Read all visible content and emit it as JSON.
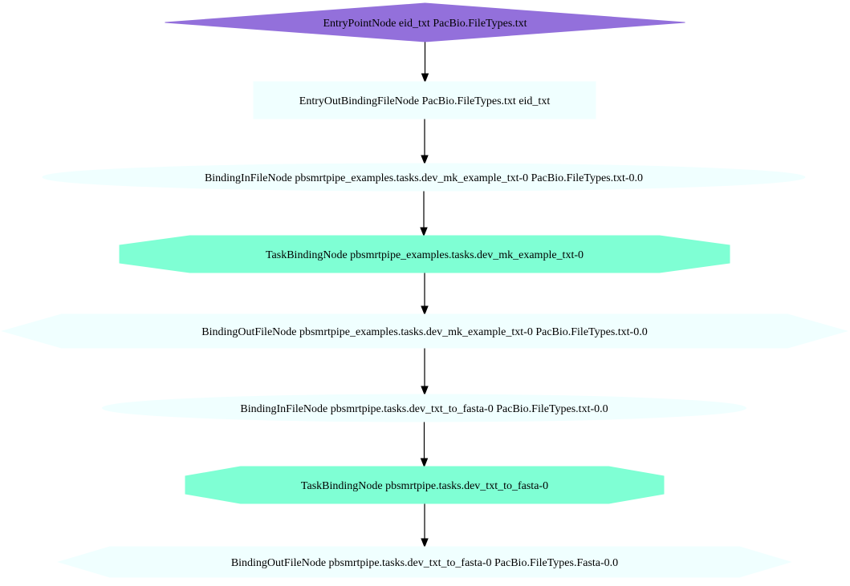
{
  "colors": {
    "entry_point": "#9370db",
    "file_node": "#f0ffff",
    "task_node": "#7fffd4",
    "edge": "#000000",
    "label": "#000000"
  },
  "nodes": [
    {
      "id": "entry-point",
      "shape": "diamond",
      "kind": "entry_point",
      "label": "EntryPointNode eid_txt PacBio.FileTypes.txt"
    },
    {
      "id": "entry-out-binding",
      "shape": "rect",
      "kind": "file_node",
      "label": "EntryOutBindingFileNode PacBio.FileTypes.txt eid_txt"
    },
    {
      "id": "binding-in-1",
      "shape": "ellipse",
      "kind": "file_node",
      "label": "BindingInFileNode pbsmrtpipe_examples.tasks.dev_mk_example_txt-0 PacBio.FileTypes.txt-0.0"
    },
    {
      "id": "task-binding-1",
      "shape": "octagon",
      "kind": "task_node",
      "label": "TaskBindingNode pbsmrtpipe_examples.tasks.dev_mk_example_txt-0"
    },
    {
      "id": "binding-out-1",
      "shape": "hexagon",
      "kind": "file_node",
      "label": "BindingOutFileNode pbsmrtpipe_examples.tasks.dev_mk_example_txt-0 PacBio.FileTypes.txt-0.0"
    },
    {
      "id": "binding-in-2",
      "shape": "ellipse",
      "kind": "file_node",
      "label": "BindingInFileNode pbsmrtpipe.tasks.dev_txt_to_fasta-0 PacBio.FileTypes.txt-0.0"
    },
    {
      "id": "task-binding-2",
      "shape": "octagon",
      "kind": "task_node",
      "label": "TaskBindingNode pbsmrtpipe.tasks.dev_txt_to_fasta-0"
    },
    {
      "id": "binding-out-2",
      "shape": "hexagon",
      "kind": "file_node",
      "label": "BindingOutFileNode pbsmrtpipe.tasks.dev_txt_to_fasta-0 PacBio.FileTypes.Fasta-0.0"
    }
  ],
  "edges": [
    {
      "from": "entry-point",
      "to": "entry-out-binding"
    },
    {
      "from": "entry-out-binding",
      "to": "binding-in-1"
    },
    {
      "from": "binding-in-1",
      "to": "task-binding-1"
    },
    {
      "from": "task-binding-1",
      "to": "binding-out-1"
    },
    {
      "from": "binding-out-1",
      "to": "binding-in-2"
    },
    {
      "from": "binding-in-2",
      "to": "task-binding-2"
    },
    {
      "from": "task-binding-2",
      "to": "binding-out-2"
    }
  ]
}
